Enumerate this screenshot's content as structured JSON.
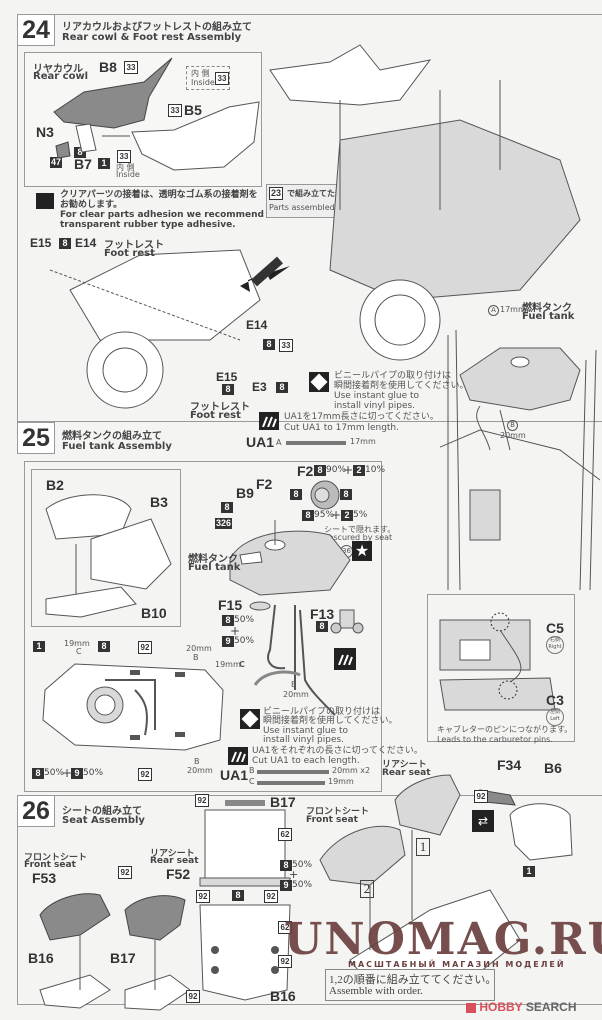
{
  "steps": [
    {
      "number": "24",
      "title_jp": "リアカウルおよびフットレストの組み立て",
      "title_en": "Rear cowl & Foot rest Assembly"
    },
    {
      "number": "25",
      "title_jp": "燃料タンクの組み立て",
      "title_en": "Fuel tank Assembly"
    },
    {
      "number": "26",
      "title_jp": "シートの組み立て",
      "title_en": "Seat Assembly"
    }
  ],
  "step24": {
    "rear_cowl_jp": "リヤカウル",
    "rear_cowl_en": "Rear cowl",
    "parts": {
      "b8": "B8",
      "b5": "B5",
      "n3": "N3",
      "b7": "B7",
      "e15": "E15",
      "e14": "E14",
      "e3": "E3"
    },
    "colors": {
      "c33": "33",
      "c8": "8",
      "c1": "1",
      "c47": "47"
    },
    "inside_jp": "内 側",
    "inside_en": "Inside",
    "glue_note_jp1": "クリアパーツの接着は、透明なゴム系の接着剤を",
    "glue_note_jp2": "お勧めします。",
    "glue_note_en1": "For clear parts adhesion we recommend",
    "glue_note_en2": "transparent rubber type adhesive.",
    "ref_jp": "で組み立てた部品",
    "ref_en": "Parts assembled in",
    "ref_step": "23",
    "foot_rest_jp": "フットレスト",
    "foot_rest_en": "Foot rest"
  },
  "fuel_side": {
    "fuel_tank_jp": "燃料タンク",
    "fuel_tank_en": "Fuel tank",
    "tube_a": "A",
    "tube_a_len": "17mm",
    "tube_b": "B",
    "tube_b_len": "20mm",
    "vinyl_note_jp1": "ビニールパイプの取り付けは",
    "vinyl_note_jp2": "瞬間接着剤を使用してください。",
    "vinyl_note_en1": "Use instant glue to",
    "vinyl_note_en2": "install vinyl pipes.",
    "cut_note_jp": "UA1を17mm長さに切ってください。",
    "cut_note_en": "Cut UA1 to 17mm length.",
    "ua1_label": "UA1",
    "ua1_a_marker": "A",
    "ua1_a_len": "17mm",
    "c5": "C5",
    "c5_side_jp": "右側",
    "c5_side_en": "Right",
    "c3": "C3",
    "c3_side_jp": "左側",
    "c3_side_en": "Left",
    "carb_note_jp": "キャブレターのピンにつながります。",
    "carb_note_en": "Leads to the carburetor pins."
  },
  "step25": {
    "parts": {
      "b2": "B2",
      "b3": "B3",
      "b10": "B10",
      "b9": "B9",
      "f2": "F2",
      "f15": "F15",
      "f13": "F13"
    },
    "fuel_tank_jp": "燃料タンク",
    "fuel_tank_en": "Fuel tank",
    "f2_mix": {
      "c1": "8",
      "p1": "90%",
      "plus": "+",
      "c2": "2",
      "p2": "10%"
    },
    "f2_mix2": {
      "c1": "8",
      "p1": "95%",
      "plus": "+",
      "c2": "2",
      "p2": "5%"
    },
    "f2_side": "8",
    "b9_colors": [
      "8",
      "326"
    ],
    "obscured_jp": "シートで隠れます。",
    "obscured_en": "Obscured by seat",
    "decal_36": "36",
    "f15_mix": {
      "c1": "8",
      "p1": "50%",
      "plus": "+",
      "c2": "9",
      "p2": "50%"
    },
    "f13_color": "8",
    "tube_c": "C",
    "tube_c_len": "19mm",
    "tube_b": "B",
    "tube_b_len": "20mm",
    "underside": {
      "c1": "1",
      "c8": "8",
      "c92": "92",
      "mix_c1": "8",
      "mix_p1": "50%",
      "mix_c2": "9",
      "mix_p2": "50%"
    },
    "vinyl_note_jp1": "ビニールパイプの取り付けは",
    "vinyl_note_jp2": "瞬間接着剤を使用してください。",
    "vinyl_note_en1": "Use instant glue to",
    "vinyl_note_en2": "install vinyl pipes.",
    "cut_note_jp": "UA1をそれぞれの長さに切ってください。",
    "cut_note_en": "Cut UA1 to each length.",
    "ua1_label": "UA1",
    "ua1_rows": [
      {
        "marker": "B",
        "len": "20mm x2"
      },
      {
        "marker": "C",
        "len": "19mm"
      }
    ]
  },
  "step26": {
    "front_seat_jp": "フロントシート",
    "front_seat_en": "Front seat",
    "rear_seat_jp": "リアシート",
    "rear_seat_en": "Rear seat",
    "parts": {
      "f53": "F53",
      "f52": "F52",
      "b16": "B16",
      "b17": "B17",
      "f34": "F34",
      "b6": "B6"
    },
    "c92": "92",
    "c62": "62",
    "c8": "8",
    "c9": "9",
    "c1": "1",
    "mix": {
      "p1": "50%",
      "plus": "+",
      "p2": "50%"
    },
    "order1": "1",
    "order2": "2",
    "order_note_jp": "1,2の順番に組み立ててください。",
    "order_note_en": "Assemble with order."
  },
  "watermark": {
    "main": "UNOMAG.RU",
    "sub": "МАСШТАБНЫЙ МАГАЗИН МОДЕЛЕЙ"
  },
  "credit": {
    "brand1": "HOBBY",
    "brand2": "SEARCH",
    "color": "#d9505c"
  }
}
